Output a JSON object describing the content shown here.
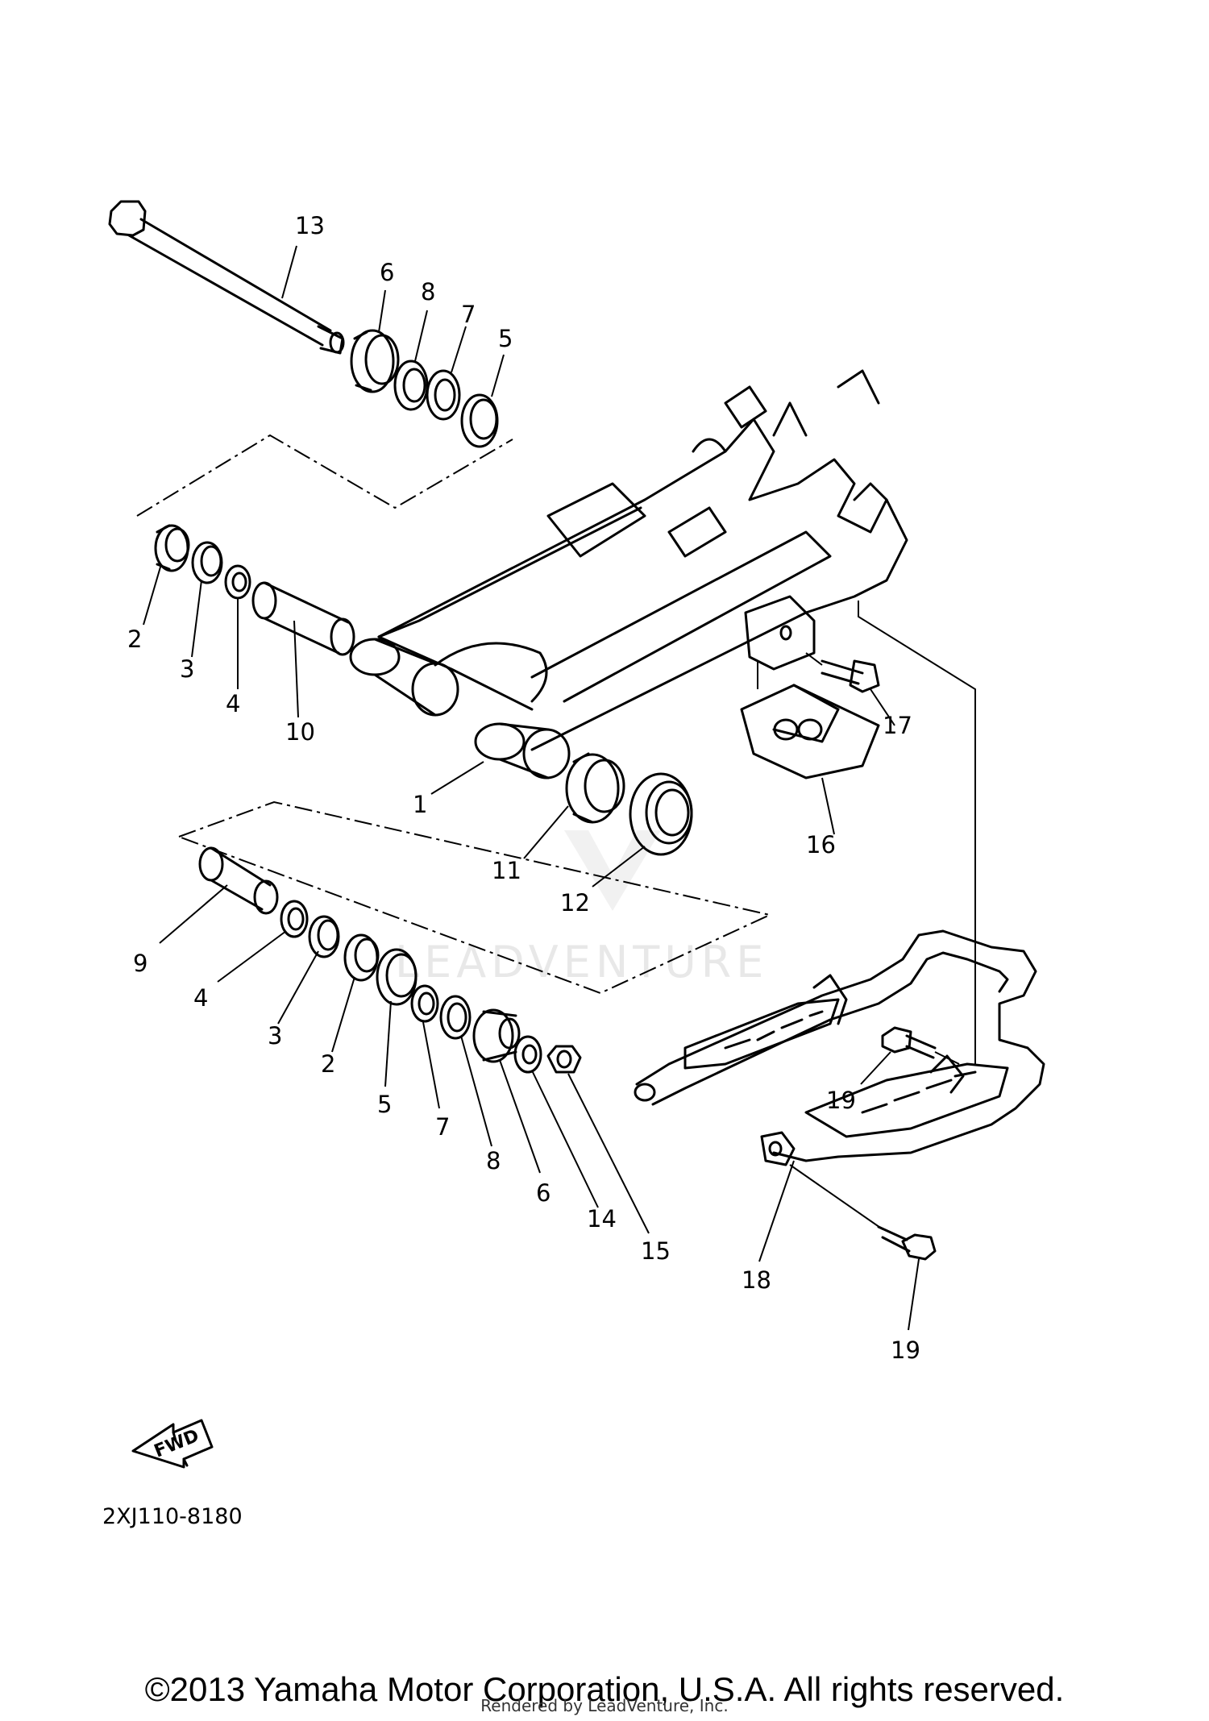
{
  "watermark": "LEADVENTURE",
  "diagram_code": "2XJ110-8180",
  "fwd_label": "FWD",
  "callouts": {
    "c13": "13",
    "c6a": "6",
    "c8a": "8",
    "c7a": "7",
    "c5a": "5",
    "c2a": "2",
    "c3a": "3",
    "c4a": "4",
    "c10": "10",
    "c1": "1",
    "c11": "11",
    "c12": "12",
    "c16": "16",
    "c17": "17",
    "c9": "9",
    "c4b": "4",
    "c3b": "3",
    "c2b": "2",
    "c5b": "5",
    "c7b": "7",
    "c8b": "8",
    "c6b": "6",
    "c14": "14",
    "c15": "15",
    "c18": "18",
    "c19a": "19",
    "c19b": "19"
  },
  "footer": {
    "copyright": "©2013 Yamaha Motor Corporation, U.S.A. All rights reserved.",
    "rendered_by": "Rendered by LeadVenture, Inc."
  }
}
